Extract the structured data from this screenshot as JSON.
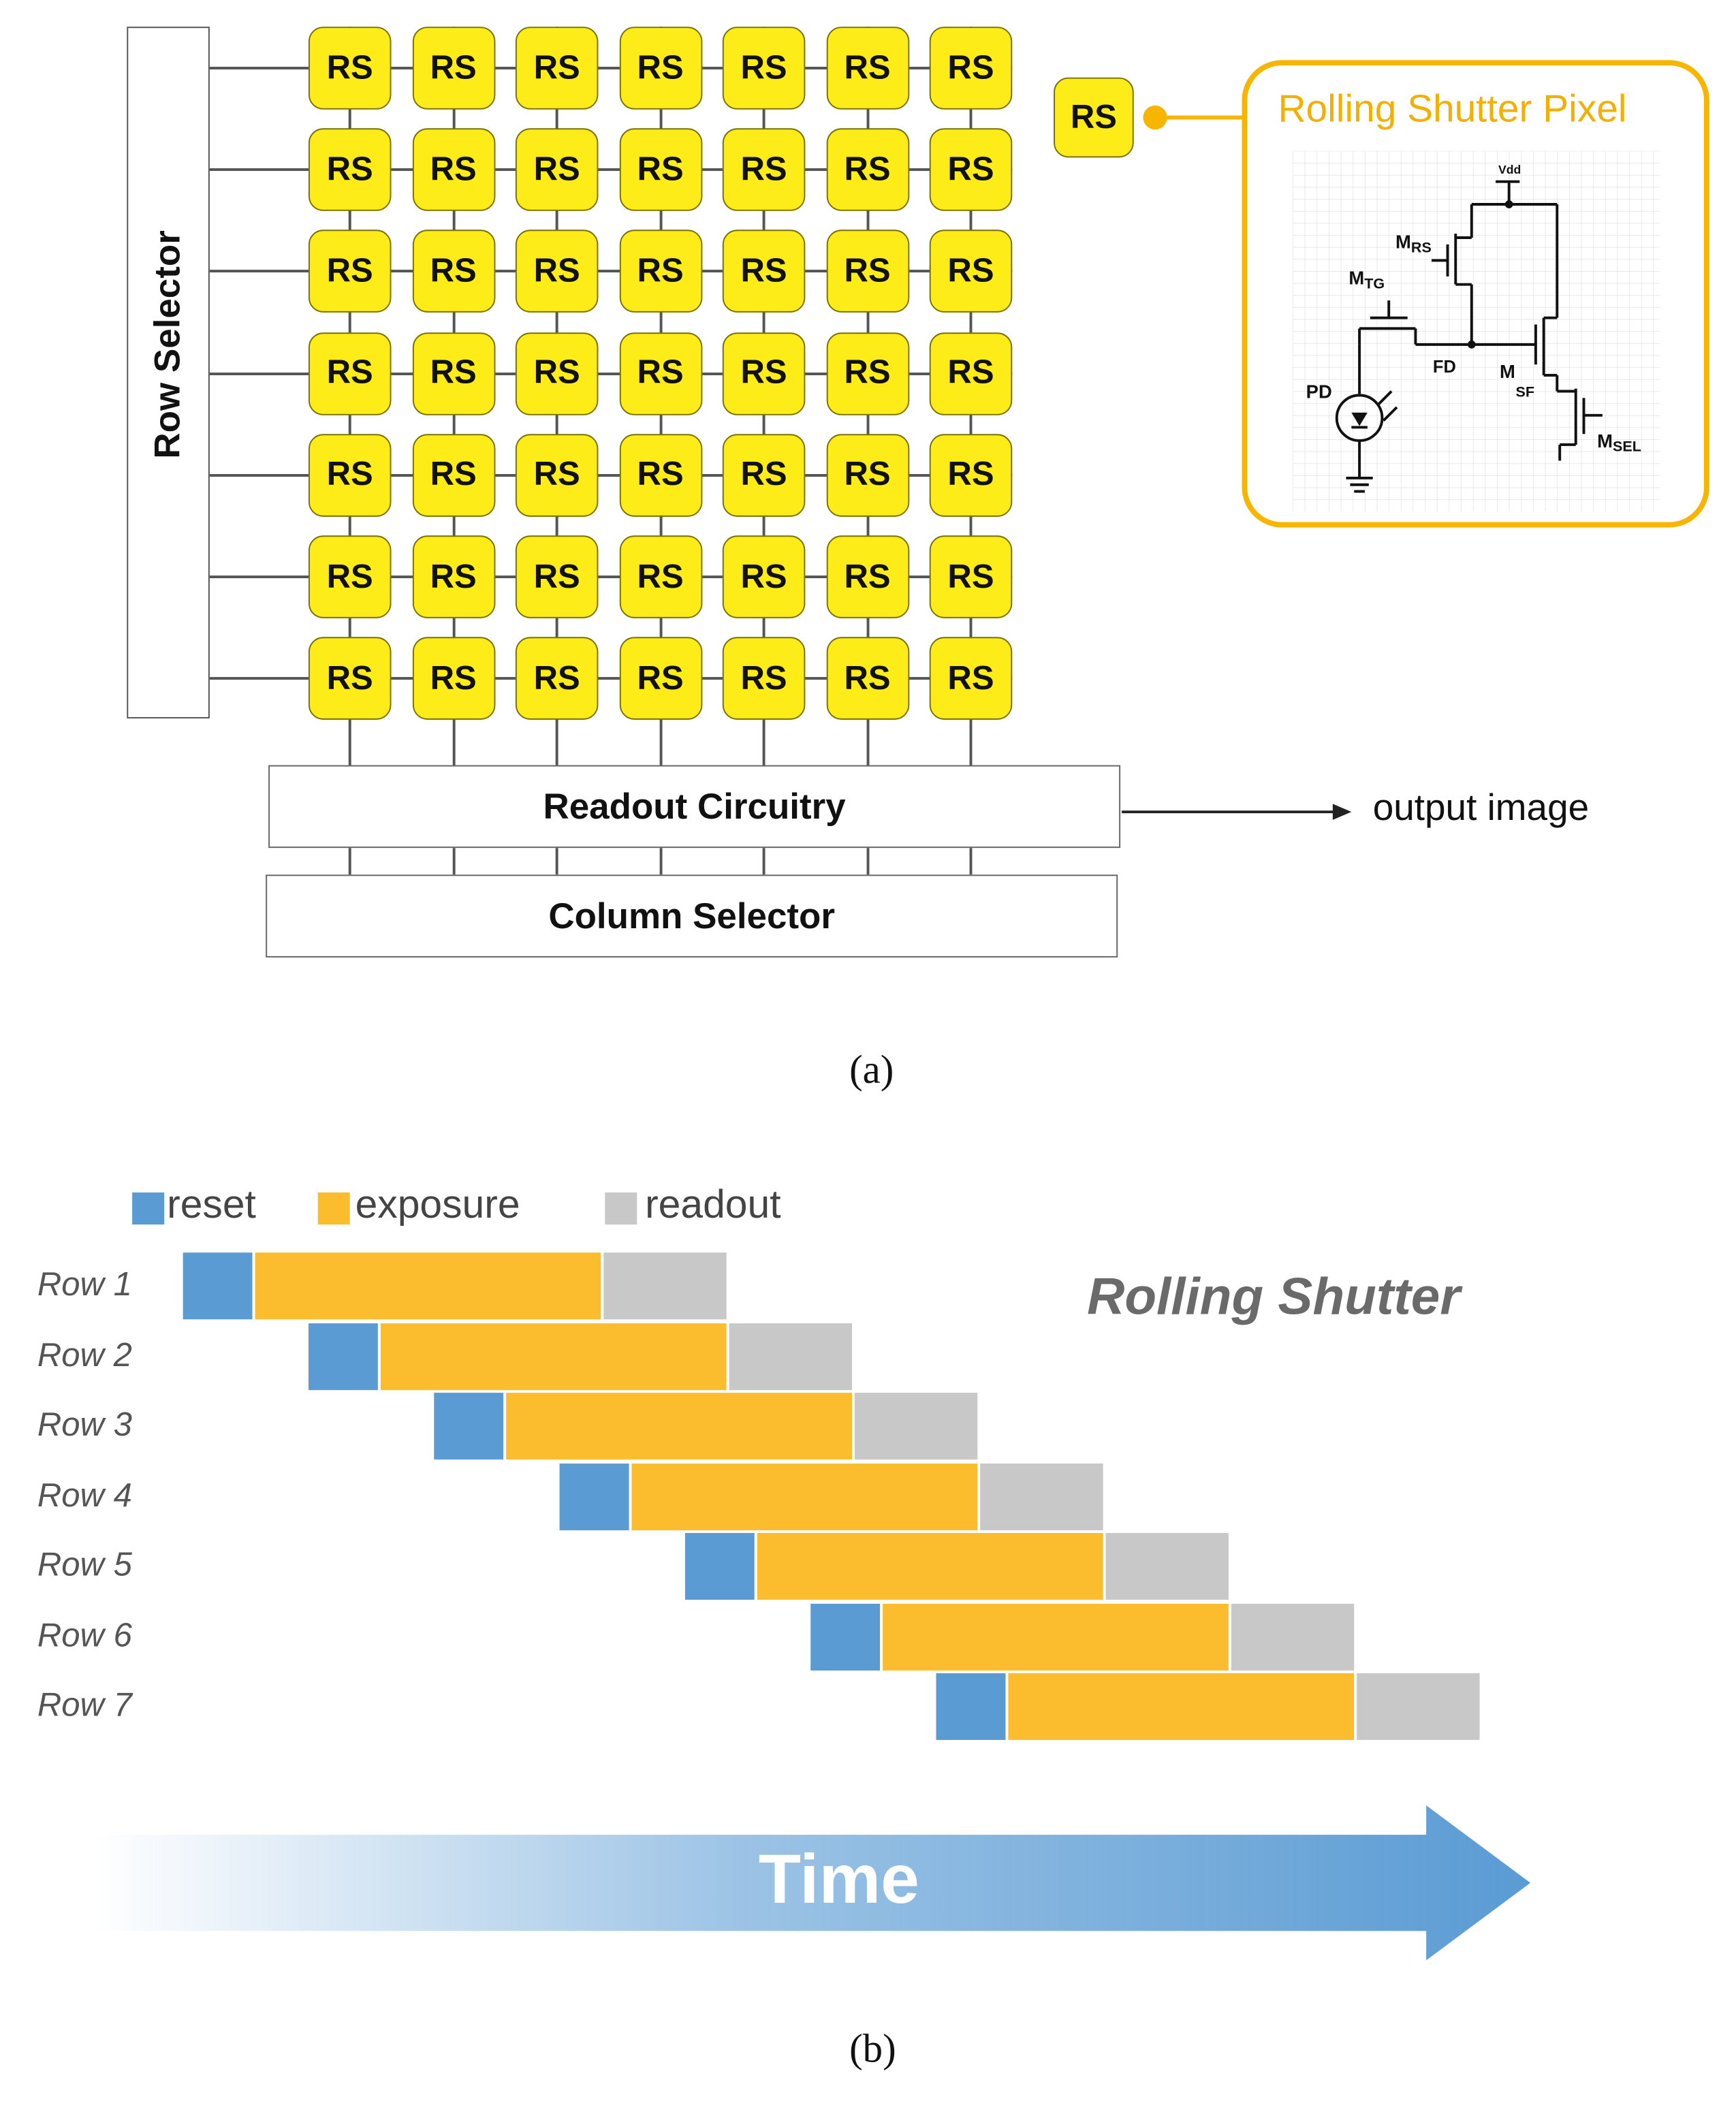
{
  "part_a": {
    "row_selector_label": "Row Selector",
    "pixel_label": "RS",
    "grid_rows": 7,
    "grid_cols": 7,
    "readout_label": "Readout Circuitry",
    "column_selector_label": "Column Selector",
    "output_label": "output image",
    "legend_pixel_label": "RS",
    "pixel_panel": {
      "title": "Rolling Shutter Pixel",
      "vdd": "Vdd",
      "m_rs": "M",
      "m_rs_sub": "RS",
      "m_tg": "M",
      "m_tg_sub": "TG",
      "fd": "FD",
      "m_sf": "M",
      "m_sf_sub": "SF",
      "pd": "PD",
      "m_sel": "M",
      "m_sel_sub": "SEL"
    },
    "caption": "(a)",
    "colors": {
      "pixel": "#fdec18",
      "accent": "#f7b500"
    }
  },
  "part_b": {
    "legend": [
      {
        "label": "reset",
        "color": "#5a9bd4"
      },
      {
        "label": "exposure",
        "color": "#fbbd2e"
      },
      {
        "label": "readout",
        "color": "#c8c8c8"
      }
    ],
    "title": "Rolling Shutter",
    "rows": [
      "Row 1",
      "Row 2",
      "Row 3",
      "Row 4",
      "Row 5",
      "Row 6",
      "Row 7"
    ],
    "timeline": {
      "row_offset_step": 1,
      "reset_duration": 1,
      "exposure_duration": 5,
      "readout_duration": 1.8
    },
    "time_label": "Time",
    "caption": "(b)"
  }
}
